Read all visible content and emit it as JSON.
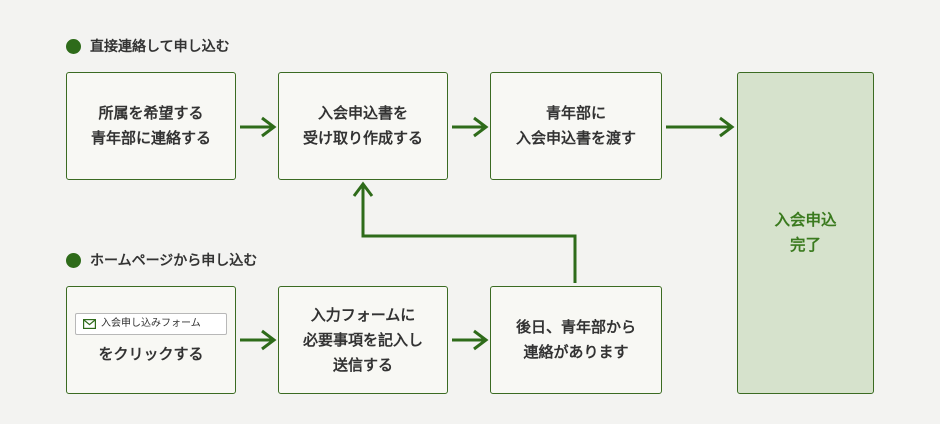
{
  "sections": {
    "direct": {
      "heading": "直接連絡して申し込む"
    },
    "home": {
      "heading": "ホームページから申し込む"
    }
  },
  "direct_steps": [
    {
      "lines": [
        "所属を希望する",
        "青年部に連絡する"
      ]
    },
    {
      "lines": [
        "入会申込書を",
        "受け取り作成する"
      ]
    },
    {
      "lines": [
        "青年部に",
        "入会申込書を渡す"
      ]
    }
  ],
  "home_steps": [
    {
      "button_label": "入会申し込みフォーム",
      "lines": [
        "をクリックする"
      ]
    },
    {
      "lines": [
        "入力フォームに",
        "必要事項を記入し",
        "送信する"
      ]
    },
    {
      "lines": [
        "後日、青年部から",
        "連絡があります"
      ]
    }
  ],
  "final": {
    "lines": [
      "入会申込",
      "完了"
    ]
  },
  "colors": {
    "accent": "#2e6b1a",
    "final_bg": "#d6e2cc",
    "final_text": "#3a7a1e",
    "box_bg": "#f8f8f4",
    "page_bg": "#f3f3f1"
  }
}
